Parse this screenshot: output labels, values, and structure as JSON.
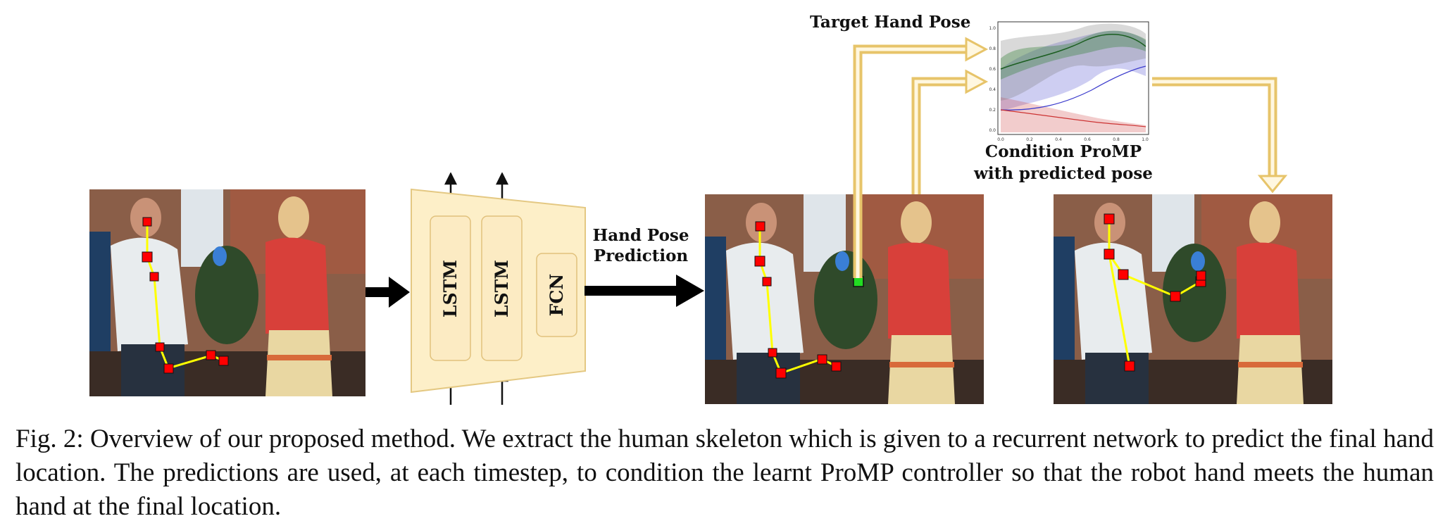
{
  "figure": {
    "network": {
      "layer1": "LSTM",
      "layer2": "LSTM",
      "layer3": "FCN"
    },
    "labels": {
      "hand_pose_prediction": [
        "Hand Pose",
        "Prediction"
      ],
      "target_hand_pose": "Target Hand Pose",
      "condition_promp": [
        "Condition ProMP",
        "with predicted pose"
      ]
    },
    "plot": {
      "x_ticks": [
        "0.0",
        "0.2",
        "0.4",
        "0.6",
        "0.8",
        "1.0"
      ],
      "y_ticks": [
        "1.0",
        "0.8",
        "0.6",
        "0.4",
        "0.2",
        "0.0"
      ]
    },
    "colors": {
      "network_fill": "#fdefc8",
      "network_stroke": "#e4c882",
      "arrow_gold": "#e7c46a",
      "keypoint": "#ff0000",
      "target_keypoint": "#22dd22",
      "skeleton": "#ffff00",
      "series_green": "#2e7d32",
      "series_blue": "#3b3bcc",
      "series_red": "#cc3333"
    }
  },
  "caption": {
    "label": "Fig. 2:",
    "text": "Overview of our proposed method. We extract the human skeleton which is given to a recurrent network to predict the final hand location. The predictions are used, at each timestep, to condition the learnt ProMP controller so that the robot hand meets the human hand at the final location."
  }
}
